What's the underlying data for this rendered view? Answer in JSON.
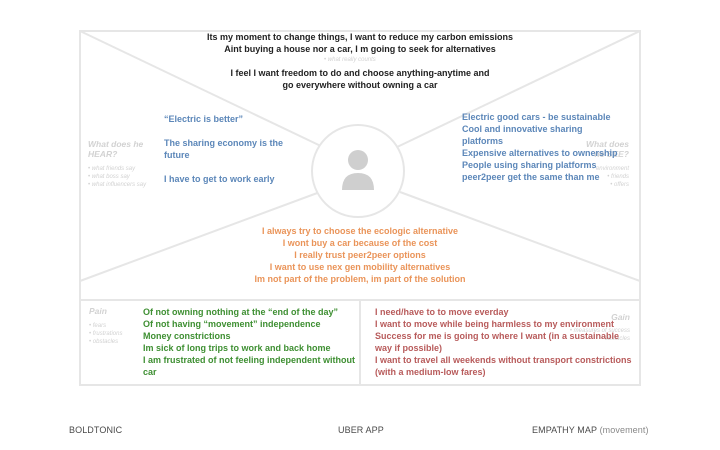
{
  "think_feel": [
    "Its my moment to change things, I want to reduce my carbon emissions",
    "Aint buying a house nor a car, I m going to seek for alternatives",
    "I feel I want freedom to do and choose anything-anytime and go everywhere without owning a car"
  ],
  "think_feel_faded": "• what really counts",
  "hear": {
    "heading": "What does he HEAR?",
    "prompts": [
      "• what friends say",
      "• what boss say",
      "• what influencers say"
    ],
    "items": [
      "“Electric is better”",
      "The sharing economy is the future",
      "I have to get to work early"
    ]
  },
  "see": {
    "heading": "What does he SEE?",
    "prompts": [
      "• environment",
      "• friends",
      "• offers"
    ],
    "items": [
      "Electric good cars - be sustainable",
      "Cool and innovative sharing platforms",
      "Expensive alternatives to ownership",
      "People using sharing platforms",
      "peer2peer get the same than me"
    ]
  },
  "say_do": {
    "items": [
      "I always try to choose the ecologic alternative",
      "I wont buy a car because of the cost",
      "I really trust peer2peer options",
      "I want to use nex gen mobility alternatives",
      "Im not part of the problem, im part of the solution"
    ]
  },
  "pain": {
    "heading": "Pain",
    "prompts": [
      "• fears",
      "• frustrations",
      "• obstacles"
    ],
    "items": [
      "Of not owning nothing at the “end of the day”",
      "Of not having “movement” independence",
      "Money constrictions",
      "Im sick of long trips to work and back home",
      "I am frustrated of not feeling independent without car"
    ]
  },
  "gain": {
    "heading": "Gain",
    "prompts": [
      "• measures of success",
      "• obstacles"
    ],
    "items": [
      "I need/have to to move everday",
      "I want to move while being harmless to my environment",
      "Success for me is going to where I want (in a sustainable way if possible)",
      "I want to travel all weekends without transport constrictions (with a medium-low fares)"
    ]
  },
  "footer": {
    "left": "BOLDTONIC",
    "center": "UBER APP",
    "right": "EMPATHY MAP",
    "right_suffix": "(movement)"
  },
  "colors": {
    "think": "#222222",
    "hear_see": "#5c87b9",
    "say_do": "#ea9459",
    "pain": "#3e8f32",
    "gain": "#b85b5b",
    "lines": "#e6e6e6"
  },
  "icons": {
    "avatar": "person-avatar-icon"
  }
}
